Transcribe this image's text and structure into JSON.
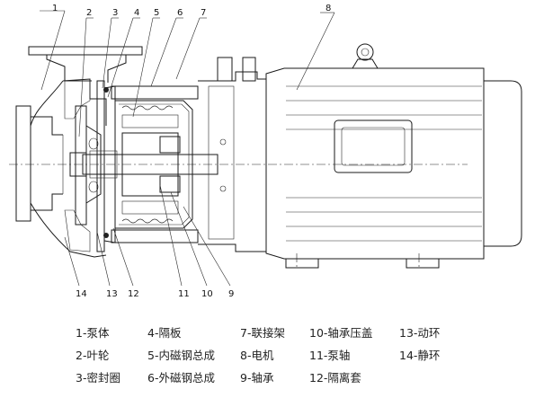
{
  "callouts": {
    "top": [
      {
        "id": "1",
        "text": "1"
      },
      {
        "id": "2",
        "text": "2"
      },
      {
        "id": "3",
        "text": "3"
      },
      {
        "id": "4",
        "text": "4"
      },
      {
        "id": "5",
        "text": "5"
      },
      {
        "id": "6",
        "text": "6"
      },
      {
        "id": "7",
        "text": "7"
      },
      {
        "id": "8",
        "text": "8"
      }
    ],
    "bottom": [
      {
        "id": "14",
        "text": "14"
      },
      {
        "id": "13",
        "text": "13"
      },
      {
        "id": "12",
        "text": "12"
      },
      {
        "id": "11",
        "text": "11"
      },
      {
        "id": "10",
        "text": "10"
      },
      {
        "id": "9",
        "text": "9"
      }
    ]
  },
  "legend": [
    [
      "1-泵体",
      "4-隔板",
      "7-联接架",
      "10-轴承压盖",
      "13-动环"
    ],
    [
      "2-叶轮",
      "5-内磁钢总成",
      "8-电机",
      "11-泵轴",
      "14-静环"
    ],
    [
      "3-密封圈",
      "6-外磁钢总成",
      "9-轴承",
      "12-隔离套",
      ""
    ]
  ]
}
